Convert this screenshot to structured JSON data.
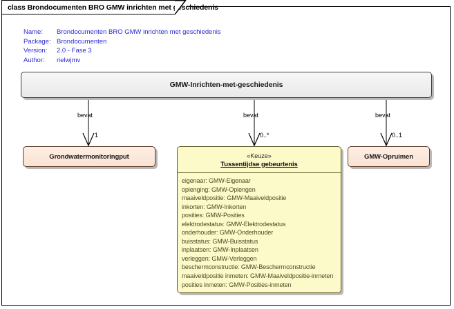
{
  "frame": {
    "tab_title": "class Brondocumenten BRO GMW inrichten met geschiedenis"
  },
  "metadata": [
    {
      "key": "Name:",
      "value": "Brondocumenten BRO GMW inrichten met geschiedenis"
    },
    {
      "key": "Package:",
      "value": "Brondocumenten"
    },
    {
      "key": "Version:",
      "value": "2.0 - Fase 3"
    },
    {
      "key": "Author:",
      "value": "rielwjmv"
    }
  ],
  "nodes": {
    "main": {
      "title": "GMW-Inrichten-met-geschiedenis"
    },
    "left": {
      "title": "Grondwatermonitoringput"
    },
    "right": {
      "title": "GMW-Opruimen"
    },
    "center": {
      "stereotype": "«Keuze»",
      "title": "Tussentijdse gebeurtenis",
      "attributes": [
        "eigenaar: GMW-Eigenaar",
        "oplenging: GMW-Oplengen",
        "maaiveldpositie: GMW-Maaiveldpositie",
        "inkorten: GMW-Inkorten",
        "posities: GMW-Posities",
        "elektrodestatus: GMW-Elektrodestatus",
        "onderhouder: GMW-Onderhouder",
        "buisstatus: GMW-Buisstatus",
        "inplaatsen: GMW-Inplaatsen",
        "verleggen: GMW-Verleggen",
        "beschermconstructie: GMW-Beschermconstructie",
        "maaiveldpositie inmeten: GMW-Maaiveldpositie-inmeten",
        "posities inmeten: GMW-Posities-inmeten"
      ]
    }
  },
  "connectors": [
    {
      "label": "bevat",
      "multiplicity": "1"
    },
    {
      "label": "bevat",
      "multiplicity": "0..*"
    },
    {
      "label": "bevat",
      "multiplicity": "0..1"
    }
  ],
  "colors": {
    "meta_text": "#2a2ad0",
    "main_fill": "#efefef",
    "pink_fill": "#fae3d3",
    "yellow_fill": "#fcfac8",
    "line": "#000000"
  }
}
